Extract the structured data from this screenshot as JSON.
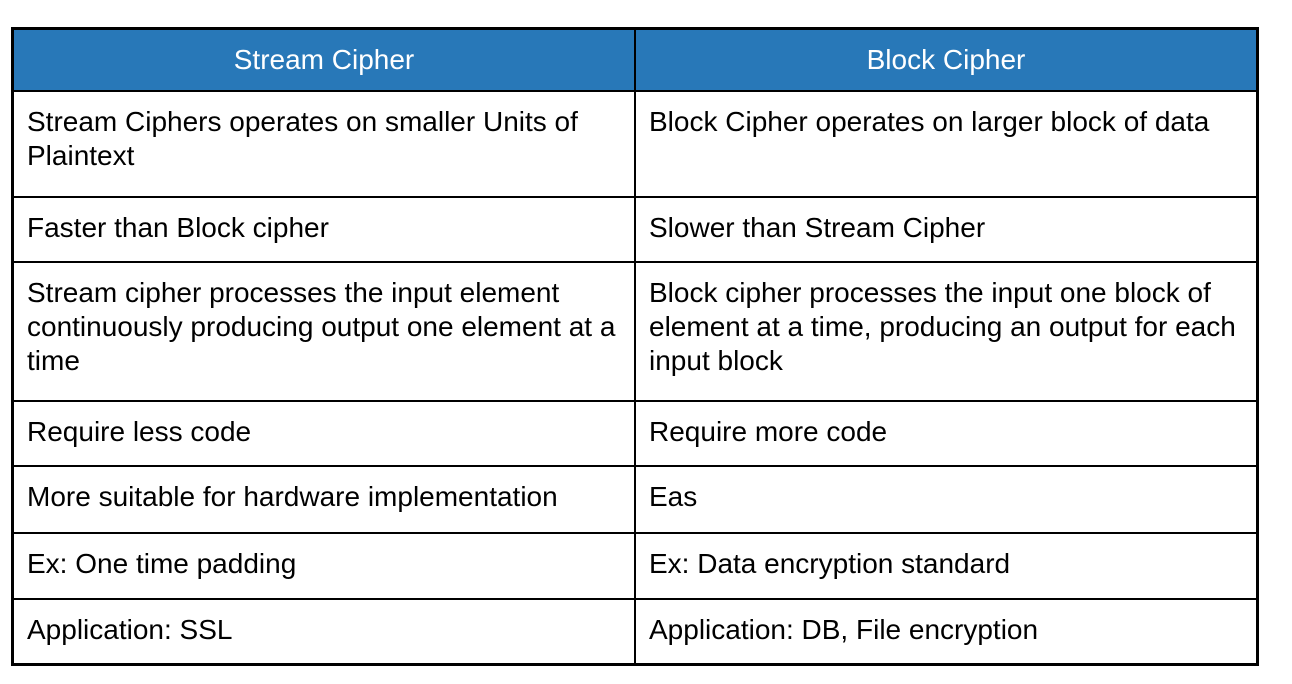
{
  "colors": {
    "header_background": "#2878B8",
    "header_text": "#FFFFFF",
    "border": "#000000",
    "body_text": "#000000",
    "page_background": "#FFFFFF"
  },
  "table": {
    "columns": [
      "Stream Cipher",
      "Block Cipher"
    ],
    "rows": [
      {
        "cells": [
          "Stream Ciphers operates on smaller Units of Plaintext",
          "Block Cipher operates on larger block of data"
        ]
      },
      {
        "cells": [
          "Faster than Block cipher",
          "Slower than Stream Cipher"
        ]
      },
      {
        "cells": [
          "Stream cipher processes the input element continuously producing output one element at a time",
          "Block cipher processes the input one block of element at a time, producing an output for each input block"
        ]
      },
      {
        "cells": [
          "Require less code",
          "Require more code"
        ]
      },
      {
        "cells": [
          "More suitable for hardware implementation",
          "Eas"
        ]
      },
      {
        "cells": [
          "Ex: One time padding",
          "Ex: Data encryption standard"
        ]
      },
      {
        "cells": [
          "Application: SSL",
          "Application: DB, File encryption"
        ]
      }
    ]
  }
}
